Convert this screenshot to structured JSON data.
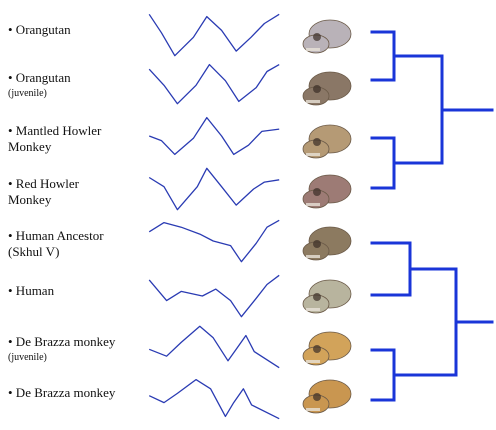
{
  "specimens": [
    {
      "name": "• Orangutan",
      "sub": "",
      "skull_color": "#b9b2b8"
    },
    {
      "name": "• Orangutan",
      "sub": "(juvenile)",
      "skull_color": "#8a7766"
    },
    {
      "name": "• Mantled Howler",
      "sub": "Monkey",
      "skull_color": "#b59a75"
    },
    {
      "name": "• Red Howler",
      "sub": "Monkey",
      "skull_color": "#9d7b75"
    },
    {
      "name": "• Human Ancestor",
      "sub": "(Skhul V)",
      "skull_color": "#8c7a60"
    },
    {
      "name": "• Human",
      "sub": "",
      "skull_color": "#b8b49e"
    },
    {
      "name": "• De Brazza monkey",
      "sub": "(juvenile)",
      "skull_color": "#d2a35a"
    },
    {
      "name": "• De Brazza monkey",
      "sub": "",
      "skull_color": "#c99650"
    }
  ],
  "colors": {
    "signal": "#2a3bb3",
    "tree": "#1a35d8",
    "text": "#111111"
  },
  "tree": "((Orangutan,Orangutan juvenile),(Mantled Howler Monkey,Red Howler Monkey)),((Human Ancestor Skhul V,Human),(De Brazza monkey juvenile,De Brazza monkey))"
}
